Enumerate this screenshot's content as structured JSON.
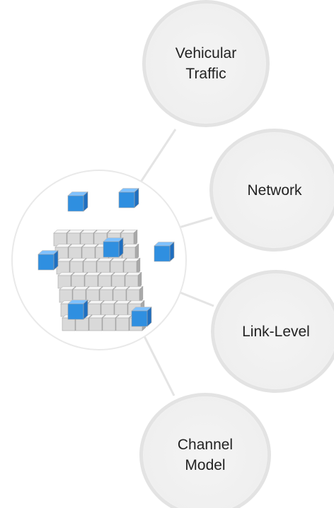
{
  "diagram": {
    "nodes": [
      {
        "id": "traffic",
        "label": "Vehicular\nTraffic"
      },
      {
        "id": "network",
        "label": "Network"
      },
      {
        "id": "linklevel",
        "label": "Link-Level"
      },
      {
        "id": "channel",
        "label": "Channel\nModel"
      }
    ],
    "hub_image": "cube-of-blocks-icon",
    "colors": {
      "node_fill": "#efefef",
      "node_border": "#e3e3e3",
      "connector": "#e4e4e4",
      "block_gray": "#d9d9d9",
      "block_blue": "#2f8fe0",
      "text": "#222222"
    }
  }
}
